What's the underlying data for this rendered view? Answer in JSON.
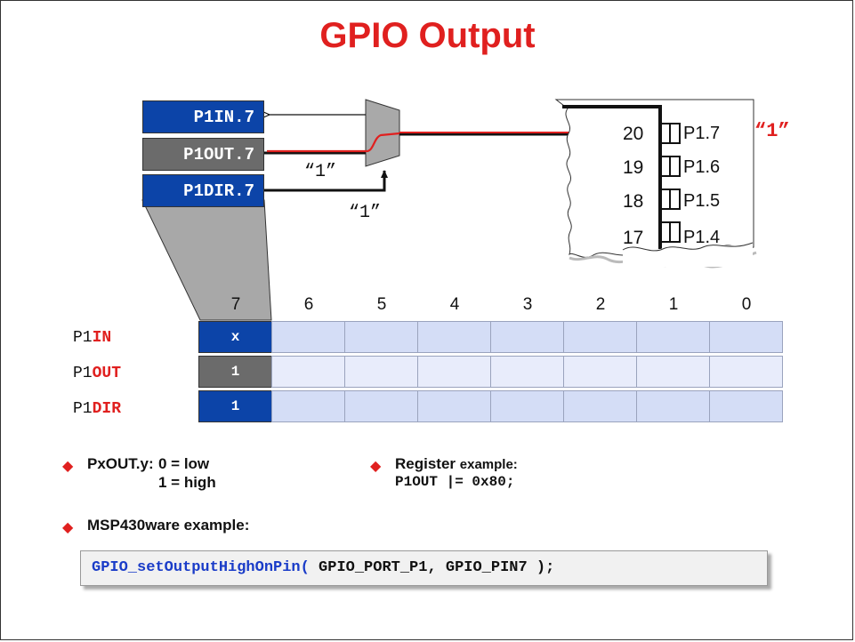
{
  "title": "GPIO Output",
  "registers": [
    {
      "label": "P1IN.7"
    },
    {
      "label": "P1OUT.7"
    },
    {
      "label": "P1DIR.7"
    }
  ],
  "signal_labels": {
    "out_value": "“1”",
    "dir_value": "“1”",
    "pin_value": "“1”"
  },
  "pins": [
    {
      "number": "20",
      "name": "P1.7"
    },
    {
      "number": "19",
      "name": "P1.6"
    },
    {
      "number": "18",
      "name": "P1.5"
    },
    {
      "number": "17",
      "name": "P1.4"
    }
  ],
  "bit_headers": [
    "7",
    "6",
    "5",
    "4",
    "3",
    "2",
    "1",
    "0"
  ],
  "table_rows": [
    {
      "prefix": "P1",
      "suffix": "IN",
      "bit7": "x"
    },
    {
      "prefix": "P1",
      "suffix": "OUT",
      "bit7": "1"
    },
    {
      "prefix": "P1",
      "suffix": "DIR",
      "bit7": "1"
    }
  ],
  "bullets": {
    "pxout_label": "PxOUT.y:",
    "pxout_zero": "0 = low",
    "pxout_one": "1 = high",
    "register_word": "Register",
    "register_rest": "example:",
    "register_code": "P1OUT |= 0x80;",
    "msp_label": "MSP430ware example:"
  },
  "code": {
    "function": "GPIO_setOutputHighOnPin(",
    "args": " GPIO_PORT_P1, GPIO_PIN7 );"
  },
  "colors": {
    "title_red": "#e0201f",
    "register_blue": "#0c44a8",
    "register_gray": "#6b6b6b",
    "cell_light": "#d4ddf6",
    "code_blue": "#1a3cc8"
  }
}
